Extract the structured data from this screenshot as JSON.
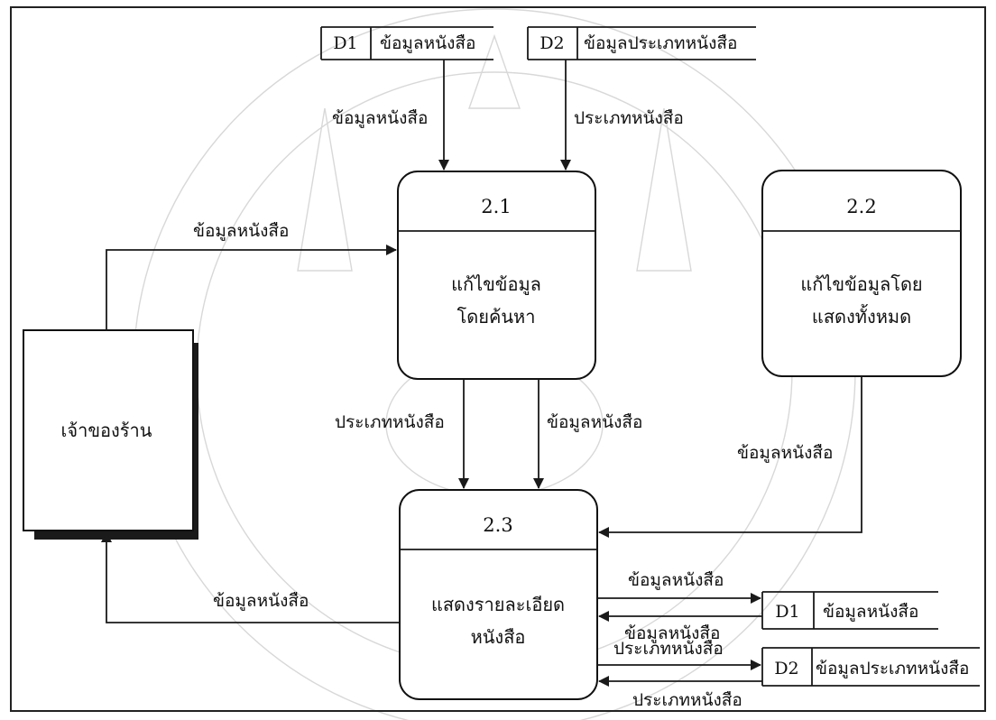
{
  "processes": [
    {
      "id": "2.1",
      "lines": [
        "แก้ไขข้อมูล",
        "โดยค้นหา"
      ]
    },
    {
      "id": "2.2",
      "lines": [
        "แก้ไขข้อมูลโดย",
        "แสดงทั้งหมด"
      ]
    },
    {
      "id": "2.3",
      "lines": [
        "แสดงรายละเอียด",
        "หนังสือ"
      ]
    }
  ],
  "entity": {
    "name": "เจ้าของร้าน"
  },
  "datastores": {
    "top_d1": {
      "id": "D1",
      "name": "ข้อมูลหนังสือ"
    },
    "top_d2": {
      "id": "D2",
      "name": "ข้อมูลประเภทหนังสือ"
    },
    "right_d1": {
      "id": "D1",
      "name": "ข้อมูลหนังสือ"
    },
    "right_d2": {
      "id": "D2",
      "name": "ข้อมูลประเภทหนังสือ"
    }
  },
  "flows": {
    "d1_to_p21": "ข้อมูลหนังสือ",
    "d2_to_p21": "ประเภทหนังสือ",
    "entity_to_p21": "ข้อมูลหนังสือ",
    "p21_to_p23_type": "ประเภทหนังสือ",
    "p21_to_p23_data": "ข้อมูลหนังสือ",
    "p22_to_p23": "ข้อมูลหนังสือ",
    "p23_to_entity": "ข้อมูลหนังสือ",
    "p23_to_d1": "ข้อมูลหนังสือ",
    "d1_to_p23": "ข้อมูลหนังสือ",
    "p23_to_d2": "ประเภทหนังสือ",
    "d2_to_p23": "ประเภทหนังสือ"
  }
}
